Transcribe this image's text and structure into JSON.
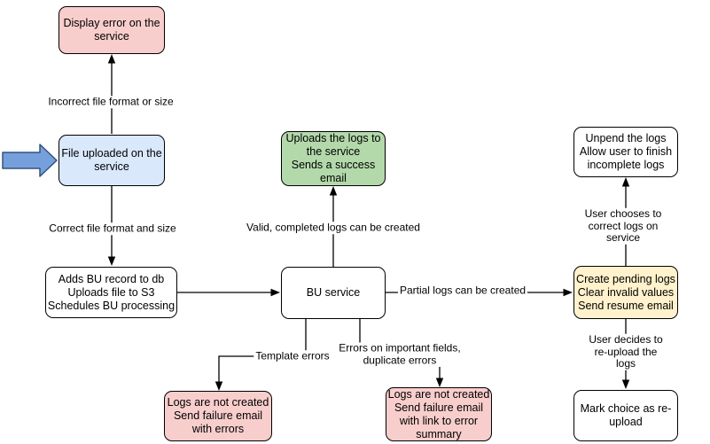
{
  "diagram": {
    "type": "flowchart",
    "colors": {
      "pink_node": "#f8cecc",
      "blue_node": "#dae8fc",
      "green_node": "#b3d9ab",
      "yellow_node": "#fff2cc",
      "white_node": "#ffffff",
      "node_border": "#000000",
      "connector": "#000000",
      "entry_arrow_fill": "#76a0dc",
      "entry_arrow_stroke": "#33527b"
    },
    "nodes": [
      {
        "id": "display-error",
        "color": "pink",
        "label": "Display error on the\nservice"
      },
      {
        "id": "file-uploaded",
        "color": "blue",
        "label": "File uploaded on the\nservice"
      },
      {
        "id": "adds-bu-record",
        "color": "white",
        "label": "Adds BU record to db\nUploads file to S3\nSchedules BU processing"
      },
      {
        "id": "bu-service",
        "color": "white",
        "label": "BU service"
      },
      {
        "id": "uploads-logs",
        "color": "green",
        "label": "Uploads the logs to\nthe service\nSends a success\nemail"
      },
      {
        "id": "create-pending-logs",
        "color": "yellow",
        "label": "Create pending logs\nClear invalid values\nSend resume email"
      },
      {
        "id": "unpend-logs",
        "color": "white",
        "label": "Unpend the logs\nAllow user to finish\nincomplete logs"
      },
      {
        "id": "mark-reupload",
        "color": "white",
        "label": "Mark choice as re-\nupload"
      },
      {
        "id": "logs-not-created-errors",
        "color": "pink",
        "label": "Logs are not created\nSend failure email\nwith errors"
      },
      {
        "id": "logs-not-created-summary",
        "color": "pink",
        "label": "Logs are not created\nSend failure email\nwith link to error\nsummary"
      }
    ],
    "edges": [
      {
        "from": "file-uploaded",
        "to": "display-error",
        "label": "Incorrect file format or size"
      },
      {
        "from": "file-uploaded",
        "to": "adds-bu-record",
        "label": "Correct file format and size"
      },
      {
        "from": "adds-bu-record",
        "to": "bu-service",
        "label": ""
      },
      {
        "from": "bu-service",
        "to": "uploads-logs",
        "label": "Valid, completed logs can be created"
      },
      {
        "from": "bu-service",
        "to": "create-pending-logs",
        "label": "Partial logs can be created"
      },
      {
        "from": "bu-service",
        "to": "logs-not-created-errors",
        "label": "Template errors"
      },
      {
        "from": "bu-service",
        "to": "logs-not-created-summary",
        "label": "Errors on important fields,\nduplicate errors"
      },
      {
        "from": "create-pending-logs",
        "to": "unpend-logs",
        "label": "User chooses to correct logs on service"
      },
      {
        "from": "create-pending-logs",
        "to": "mark-reupload",
        "label": "User decides to re-upload the logs"
      }
    ]
  }
}
